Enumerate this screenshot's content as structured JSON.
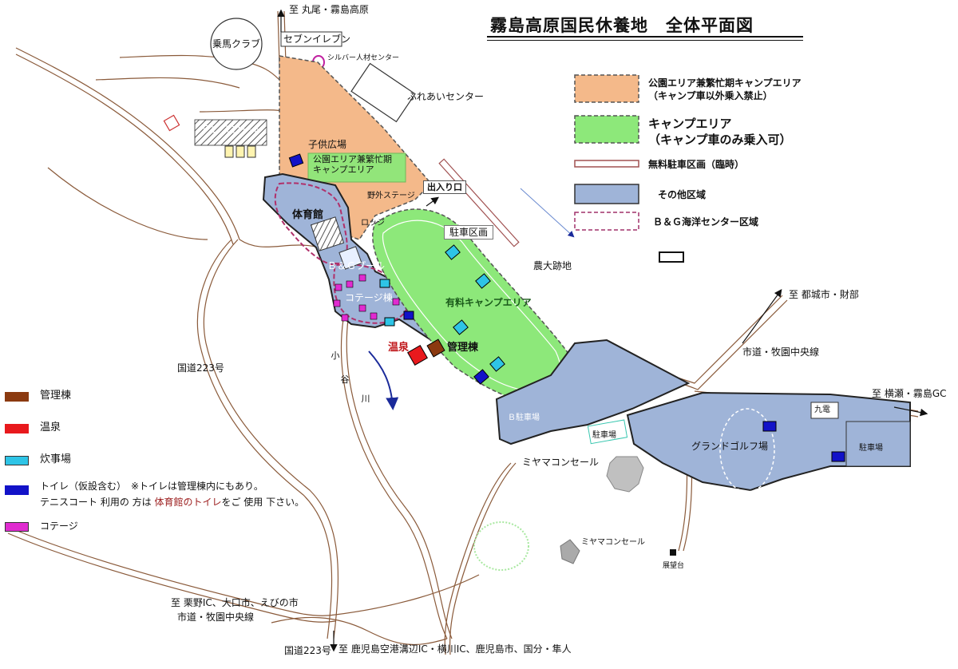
{
  "title": "霧島高原国民休養地　全体平面図",
  "map_legend": [
    {
      "label": "公園エリア兼繁忙期キャンプエリア\n（キャンプ車以外乗入禁止）",
      "fill": "#f4b98a",
      "border": "#555555",
      "dashed": true
    },
    {
      "label": "キャンプエリア\n（キャンプ車のみ乗入可）",
      "fill": "#8de87a",
      "border": "#555555",
      "dashed": true
    },
    {
      "label": "無料駐車区画（臨時）",
      "fill": "#ffffff",
      "border": "#a05050",
      "dashed": false
    },
    {
      "label": "その他区域",
      "fill": "#9fb4d8",
      "border": "#333333",
      "dashed": false
    },
    {
      "label": "Ｂ＆Ｇ海洋センター区域",
      "fill": "none",
      "border": "#a0306a",
      "dashed": true
    }
  ],
  "facility_legend": [
    {
      "label": "管理棟",
      "color": "#8b3a10"
    },
    {
      "label": "温泉",
      "color": "#e8191d"
    },
    {
      "label": "炊事場",
      "color": "#2ec4e6"
    },
    {
      "label": "トイレ（仮設含む）　※トイレは管理棟内にもあり。",
      "color": "#1212c8"
    },
    {
      "label": "コテージ",
      "color": "#e02bd0"
    }
  ],
  "toilet_note": {
    "prefix": "テニスコート 利用の 方は ",
    "highlight": "体育館のトイレ",
    "suffix": "をご 使用 下さい。",
    "highlight_color": "#9b1c1c"
  },
  "labels": {
    "to_maruo": "至 丸尾・霧島高原",
    "seven_eleven": "セブンイレブン",
    "horse_club": "乗馬クラブ",
    "silver_center": "シルバー人材センター",
    "fureai_center": "ふれあいセンター",
    "tennis_court": "テニスコート",
    "kids_plaza": "子供広場",
    "park_camp_area": "公園エリア兼繁忙期\nキャンプエリア",
    "outdoor_stage": "野外ステージ",
    "entrance": "出入り口",
    "gym": "体育館",
    "lodge": "ロッジ",
    "parking_section": "駐車区画",
    "bg_pool": "Ｂ＆Ｇプール",
    "cottage_area": "コテージ棟",
    "paid_camp_area": "有料キャンプエリア",
    "agri_univ": "農大跡地",
    "to_miyakonojo": "至 都城市・財部",
    "city_road": "市道・牧園中央線",
    "onsen": "温泉",
    "admin_building": "管理棟",
    "national_route": "国道223号",
    "river_chars": [
      "小",
      "谷",
      "川"
    ],
    "to_yokose": "至 横瀬・霧島GC",
    "kyuden": "九電",
    "b_parking": "Ｂ駐車場",
    "parking_lot": "駐車場",
    "ground_golf": "グランドゴルフ場",
    "parking_lot_2": "駐車場",
    "miyama_1": "ミヤマコンセール",
    "miyama_2": "ミヤマコンセール",
    "observatory": "展望台",
    "to_kurino": "至 栗野IC、大口市、えびの市",
    "city_road_2": "市道・牧園中央線",
    "national_route_2": "国道223号",
    "to_kagoshima": "至 鹿児島空港溝辺IC・横川IC、鹿児島市、国分・隼人"
  }
}
